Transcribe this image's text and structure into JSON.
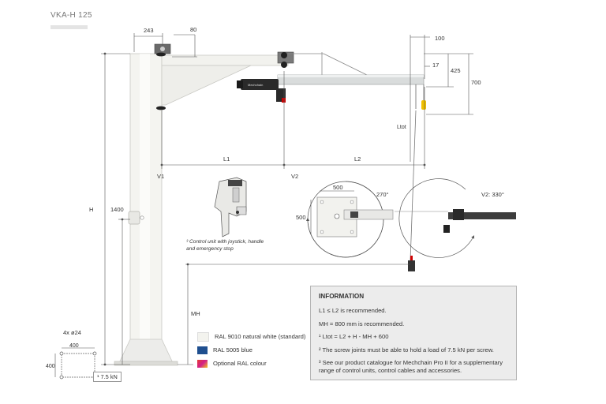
{
  "title": "VKA-H 125",
  "dimensions": {
    "d243": "243",
    "d80": "80",
    "d100": "100",
    "d17": "17",
    "d425": "425",
    "d700": "700",
    "L1": "L1",
    "L2": "L2",
    "V1": "V1",
    "V2": "V2",
    "H": "H",
    "d1400": "1400",
    "MH": "MH",
    "Ltot": "Ltot",
    "d500a": "500",
    "d500b": "500",
    "rot270": "270°",
    "rotV2": "V2: 330°",
    "bolts": "4x ø24",
    "base400a": "400",
    "base400b": "400"
  },
  "control_unit_note": {
    "line1": "³ Control unit with joystick, handle",
    "line2": "and emergency stop"
  },
  "load_label": "¹ 7.5 kN",
  "legend": [
    {
      "label": "RAL 9010 natural white (standard)",
      "color": "#f3f3ee"
    },
    {
      "label": "RAL 5005 blue",
      "color": "#1f4f8f"
    },
    {
      "label": "Optional RAL colour",
      "color": "gradient"
    }
  ],
  "info": {
    "heading": "INFORMATION",
    "lines": [
      "L1 ≤ L2 is recommended.",
      "MH = 800 mm is recommended.",
      "¹ Ltot = L2 + H - MH + 600",
      "² The screw joints must be able to hold a load of 7.5 kN per screw.",
      "³ See our product catalogue for Mechchain Pro II for a supplementary range of control units, control cables and accessories."
    ]
  }
}
